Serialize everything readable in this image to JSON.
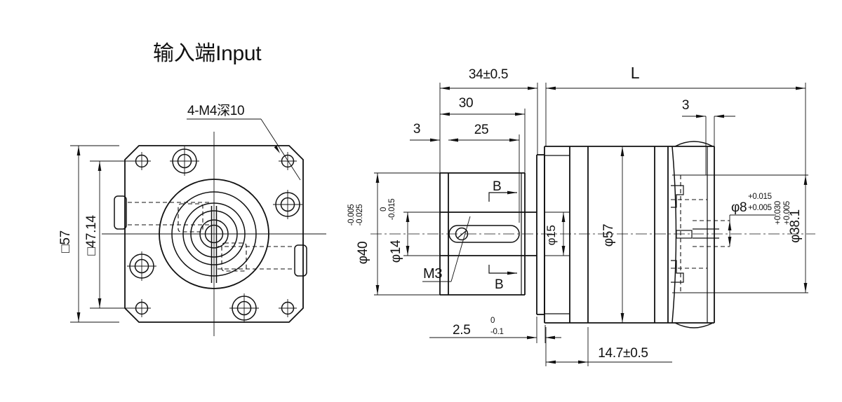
{
  "title": "输入端Input",
  "colors": {
    "line": "#111111",
    "background": "#ffffff"
  },
  "front": {
    "dim_outer_square": "□57",
    "dim_bolt_square": "□47.14",
    "label_tapped_holes": "4-M4深10"
  },
  "side": {
    "dim_front_total": "34±0.5",
    "dim_body_length": "L",
    "dim_shaft_len": "30",
    "dim_key_len": "25",
    "dim_3_left": "3",
    "dim_3_right": "3",
    "dim_pilot_h": "2.5",
    "dim_pilot_h_tol_up": "0",
    "dim_pilot_h_tol_lo": "-0.1",
    "dim_front_stage": "14.7±0.5",
    "dia_pilot": "φ40",
    "dia_pilot_tol_up": "-0.005",
    "dia_pilot_tol_lo": "-0.025",
    "dia_shaft": "φ14",
    "dia_shaft_tol_up": "0",
    "dia_shaft_tol_lo": "-0.015",
    "dia_neck": "φ15",
    "dia_body": "φ57",
    "dia_bore": "φ8",
    "dia_bore_tol_up": "+0.015",
    "dia_bore_tol_lo": "+0.005",
    "dia_spigot": "φ38.1",
    "dia_spigot_tol_up": "+0.030",
    "dia_spigot_tol_lo": "+0.005",
    "label_setscrew": "M3",
    "section_label": "B"
  }
}
